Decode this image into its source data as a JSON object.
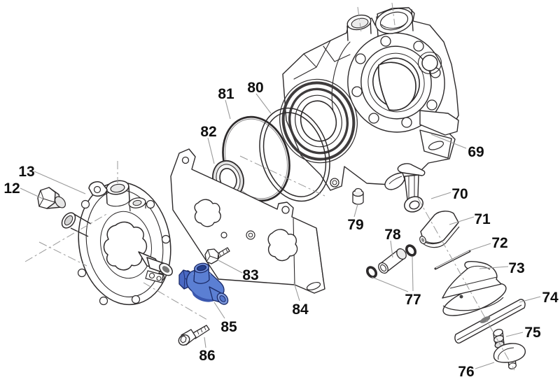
{
  "diagram": {
    "type": "exploded-parts-diagram",
    "subject": "pump-assembly",
    "background": "#ffffff",
    "highlighted_part_number": "85",
    "colors": {
      "line": "#2d2a2b",
      "label_text": "#0f0f0f",
      "leader": "#9a9a9a",
      "centerline": "#9a9a9a",
      "shade_light": "#ececec",
      "shade_mid": "#d9d9d9",
      "bore_dark": "#6e6e6e",
      "highlight_fill": "#5b7fd3",
      "highlight_dark": "#3a57ae",
      "highlight_light": "#8ea9e6",
      "highlight_line": "#1b2a66"
    },
    "labels": [
      {
        "text": "12"
      },
      {
        "text": "13"
      },
      {
        "text": "69"
      },
      {
        "text": "70"
      },
      {
        "text": "71"
      },
      {
        "text": "72"
      },
      {
        "text": "73"
      },
      {
        "text": "74"
      },
      {
        "text": "75"
      },
      {
        "text": "76"
      },
      {
        "text": "77"
      },
      {
        "text": "78"
      },
      {
        "text": "79"
      },
      {
        "text": "80"
      },
      {
        "text": "81"
      },
      {
        "text": "82"
      },
      {
        "text": "83"
      },
      {
        "text": "84"
      },
      {
        "text": "85"
      },
      {
        "text": "86"
      }
    ]
  }
}
